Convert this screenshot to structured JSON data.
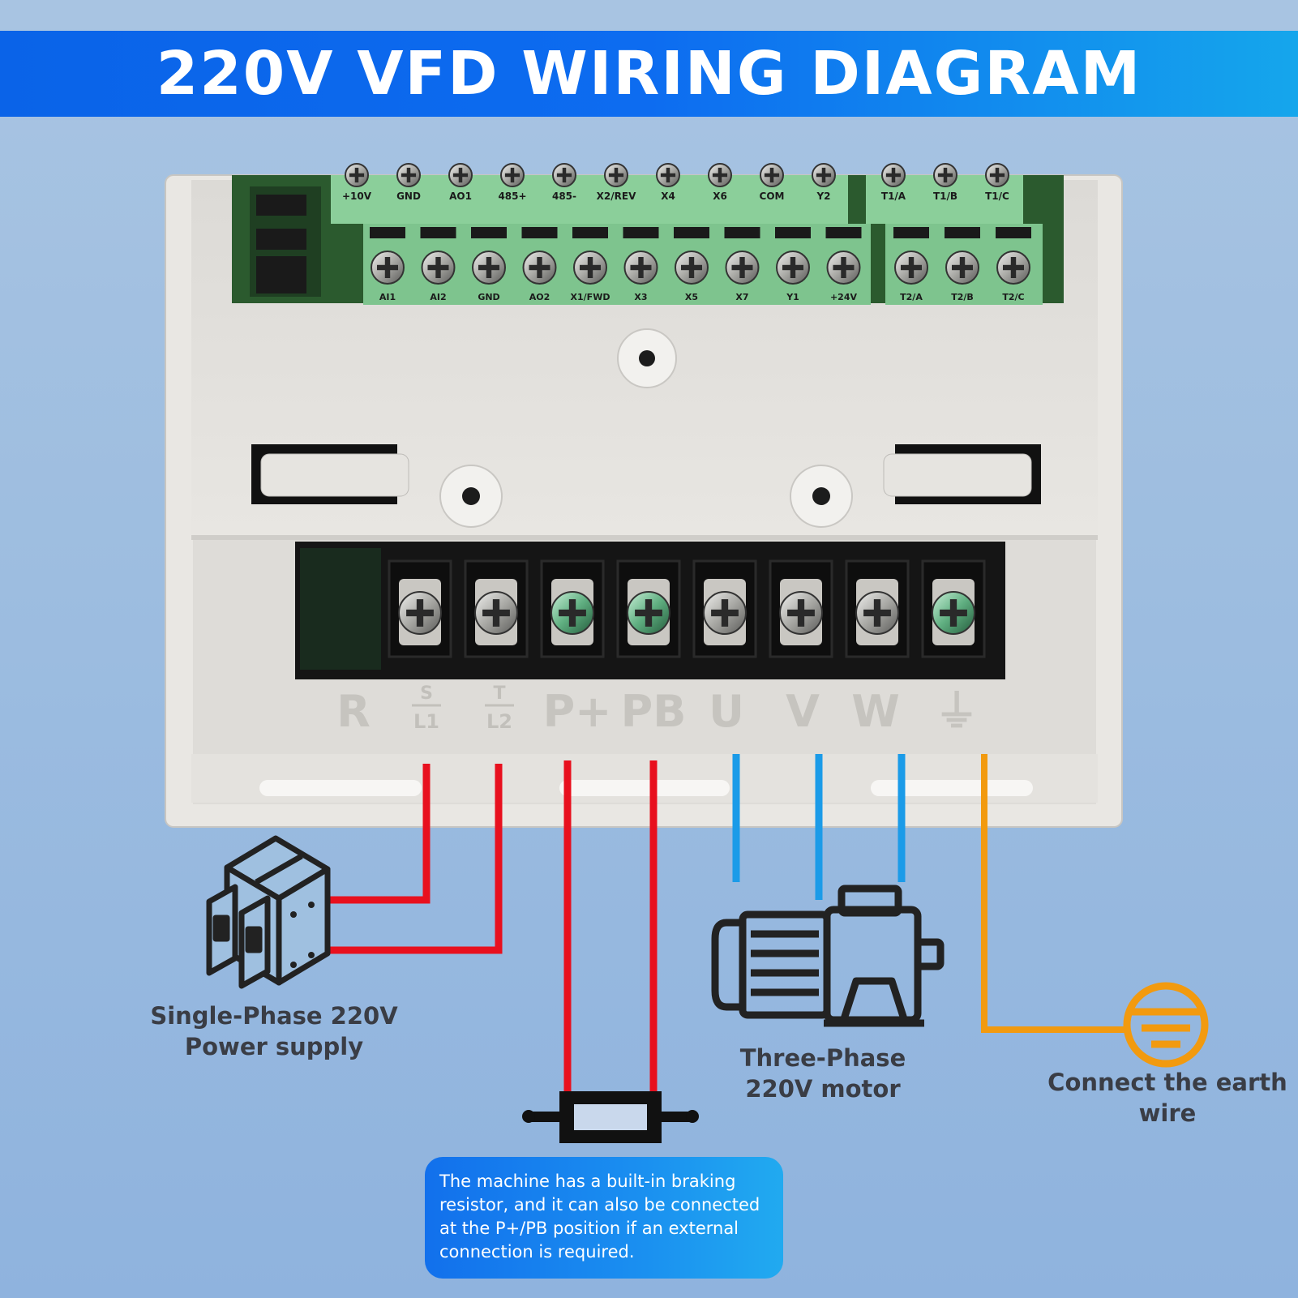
{
  "title": "220V VFD WIRING DIAGRAM",
  "control_terminals": {
    "top_row": [
      "+10V",
      "GND",
      "AO1",
      "485+",
      "485-",
      "X2/REV",
      "X4",
      "X6",
      "COM",
      "Y2"
    ],
    "top_relay": [
      "T1/A",
      "T1/B",
      "T1/C"
    ],
    "bottom_row": [
      "AI1",
      "AI2",
      "GND",
      "AO2",
      "X1/FWD",
      "X3",
      "X5",
      "X7",
      "Y1",
      "+24V"
    ],
    "bottom_relay": [
      "T2/A",
      "T2/B",
      "T2/C"
    ]
  },
  "power_terminals": [
    "R",
    "S/L1",
    "T/L2",
    "P+",
    "PB",
    "U",
    "V",
    "W",
    "⏚"
  ],
  "labels": {
    "power_supply_line1": "Single-Phase 220V",
    "power_supply_line2": "Power supply",
    "motor_line1": "Three-Phase",
    "motor_line2": "220V motor",
    "earth_line1": "Connect the earth",
    "earth_line2": "wire"
  },
  "note": "The machine has a built-in braking resistor, and it can also be connected at the P+/PB position if an external connection is required.",
  "colors": {
    "banner": "#0d6cf0",
    "power_wire": "#e8101e",
    "motor_wire": "#1b9be8",
    "earth_wire": "#f29a0f",
    "terminal_green": "#7ec48e"
  },
  "icons": {
    "breaker": "circuit-breaker-icon",
    "motor": "motor-icon",
    "earth": "earth-ground-icon",
    "resistor": "braking-resistor-icon"
  }
}
